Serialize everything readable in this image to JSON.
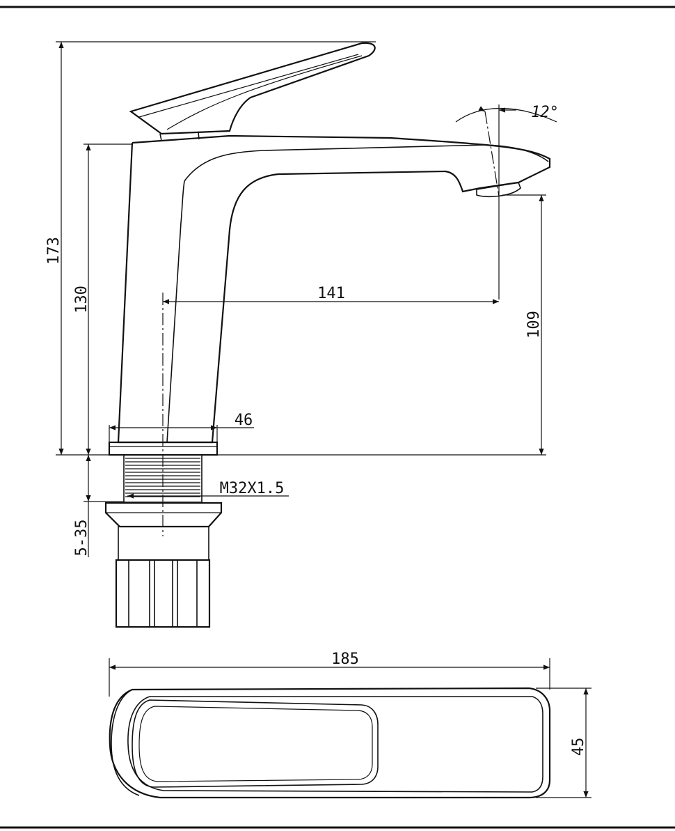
{
  "drawing": {
    "dimensions": {
      "total_height": "173",
      "body_height": "130",
      "reach": "141",
      "spout_height": "109",
      "base_width": "46",
      "thread": "M32X1.5",
      "counter_thickness": "5-35",
      "length": "185",
      "width": "45",
      "spout_angle": "12°"
    },
    "colors": {
      "line": "#111111",
      "background": "#ffffff"
    }
  }
}
